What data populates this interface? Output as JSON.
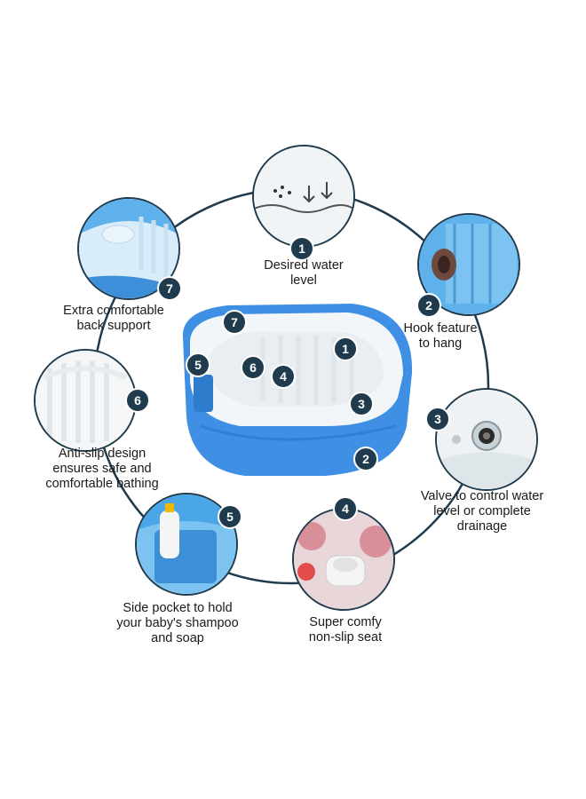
{
  "colors": {
    "accent": "#1f3b4d",
    "tub_blue": "#3f8fe4",
    "tub_light": "#e9eef3"
  },
  "features": [
    {
      "number": "1",
      "caption": "Desired water\nlevel",
      "image_icon": "water-level-icon"
    },
    {
      "number": "2",
      "caption": "Hook feature\nto hang",
      "image_icon": "hook-icon"
    },
    {
      "number": "3",
      "caption": "Valve to control water\nlevel or complete\ndrainage",
      "image_icon": "valve-icon"
    },
    {
      "number": "4",
      "caption": "Super comfy\nnon-slip seat",
      "image_icon": "seat-icon"
    },
    {
      "number": "5",
      "caption": "Side pocket to hold\nyour baby's shampoo\nand soap",
      "image_icon": "pocket-icon"
    },
    {
      "number": "6",
      "caption": "Anti-slip design\nensures safe and\ncomfortable bathing",
      "image_icon": "anti-slip-icon"
    },
    {
      "number": "7",
      "caption": "Extra comfortable\nback support",
      "image_icon": "back-support-icon"
    }
  ],
  "tub_markers": [
    "7",
    "5",
    "6",
    "4",
    "1",
    "3",
    "2"
  ]
}
